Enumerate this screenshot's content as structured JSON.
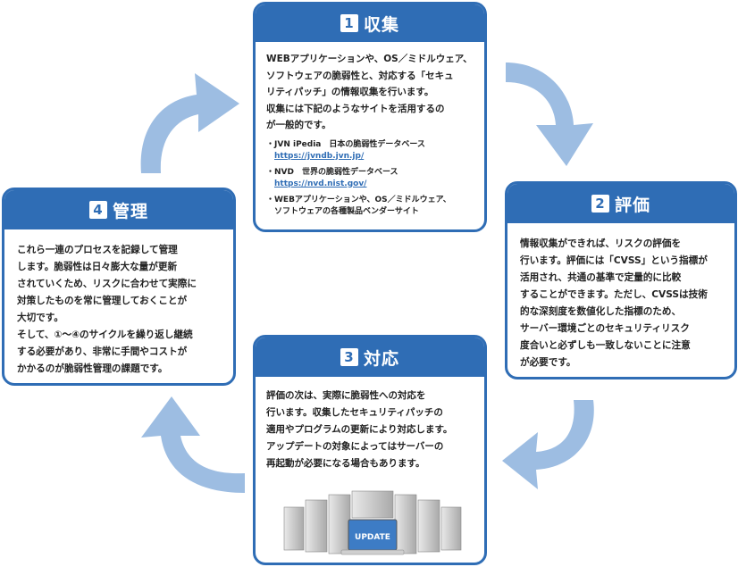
{
  "colors": {
    "accent": "#2f6db5",
    "arrow": "#9dbde2"
  },
  "step1": {
    "number": "1",
    "title": "収集",
    "body": [
      "WEBアプリケーションや、OS／ミドルウェア、",
      "ソフトウェアの脆弱性と、対応する「セキュ",
      "リティパッチ」の情報収集を行います。",
      "収集には下記のようなサイトを活用するの",
      "が一般的です。"
    ],
    "sources": [
      {
        "label": "・JVN iPedia　日本の脆弱性データベース",
        "url": "https://jvndb.jvn.jp/"
      },
      {
        "label": "・NVD　世界の脆弱性データベース",
        "url": "https://nvd.nist.gov/"
      },
      {
        "label": "・WEBアプリケーションや、OS／ミドルウェア、",
        "url": ""
      },
      {
        "label": "ソフトウェアの各種製品ベンダーサイト",
        "url": ""
      }
    ]
  },
  "step2": {
    "number": "2",
    "title": "評価",
    "body": [
      "情報収集ができれば、リスクの評価を",
      "行います。評価には「CVSS」という指標が",
      "活用され、共通の基準で定量的に比較",
      "することができます。ただし、CVSSは技術",
      "的な深刻度を数値化した指標のため、",
      "サーバー環境ごとのセキュリティリスク",
      "度合いと必ずしも一致しないことに注意",
      "が必要です。"
    ]
  },
  "step3": {
    "number": "3",
    "title": "対応",
    "body": [
      "評価の次は、実際に脆弱性への対応を",
      "行います。収集したセキュリティパッチの",
      "適用やプログラムの更新により対応します。",
      "アップデートの対象によってはサーバーの",
      "再起動が必要になる場合もあります。"
    ],
    "illustration_label": "UPDATE"
  },
  "step4": {
    "number": "4",
    "title": "管理",
    "body": [
      "これら一連のプロセスを記録して管理",
      "します。脆弱性は日々膨大な量が更新",
      "されていくため、リスクに合わせて実際に",
      "対策したものを常に管理しておくことが",
      "大切です。",
      "そして、①〜④のサイクルを繰り返し継続",
      "する必要があり、非常に手間やコストが",
      "かかるのが脆弱性管理の課題です。"
    ]
  }
}
